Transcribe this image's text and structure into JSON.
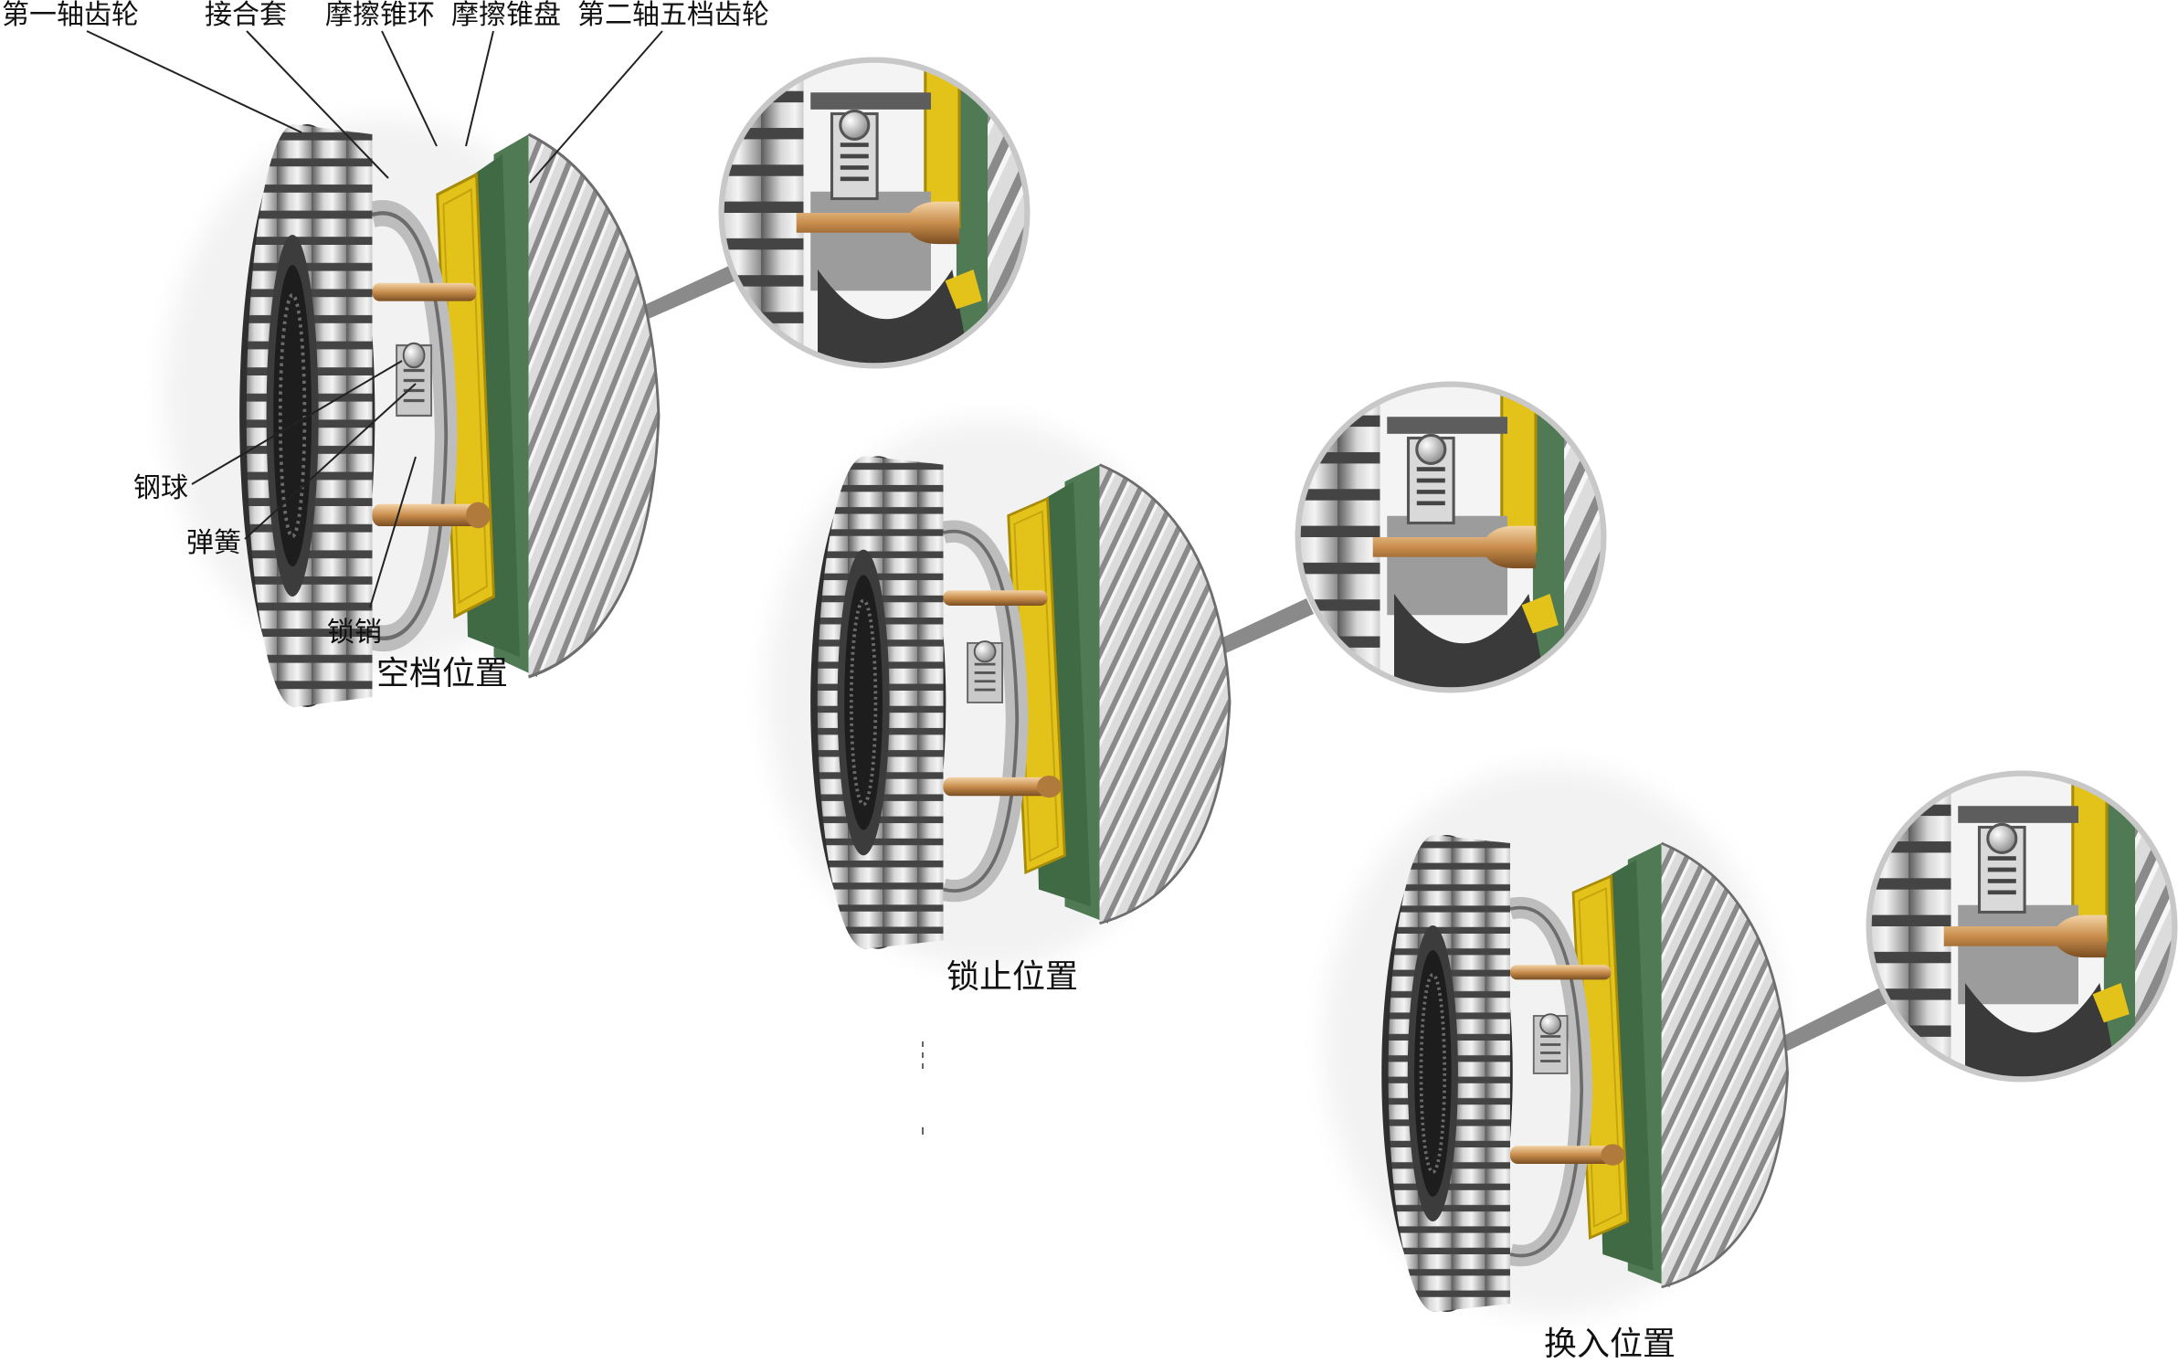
{
  "labels": {
    "first_shaft_gear": "第一轴齿轮",
    "sleeve": "接合套",
    "friction_ring": "摩擦锥环",
    "friction_disc": "摩擦锥盘",
    "second_shaft_gear": "第二轴五档齿轮",
    "steel_ball": "钢球",
    "spring": "弹簧",
    "lock_pin": "锁销"
  },
  "captions": {
    "neutral": "空档位置",
    "locked": "锁止位置",
    "engaged": "换入位置"
  },
  "colors": {
    "gear_light": "#e9e9e9",
    "gear_dark": "#8c8c8c",
    "gear_shadow": "#3a3a3a",
    "cone_yellow": "#e3c21a",
    "cone_green": "#4f7a53",
    "pin_bronze": "#c98e4d",
    "leader": "#222222",
    "zoom_line": "#7d7d7d"
  }
}
